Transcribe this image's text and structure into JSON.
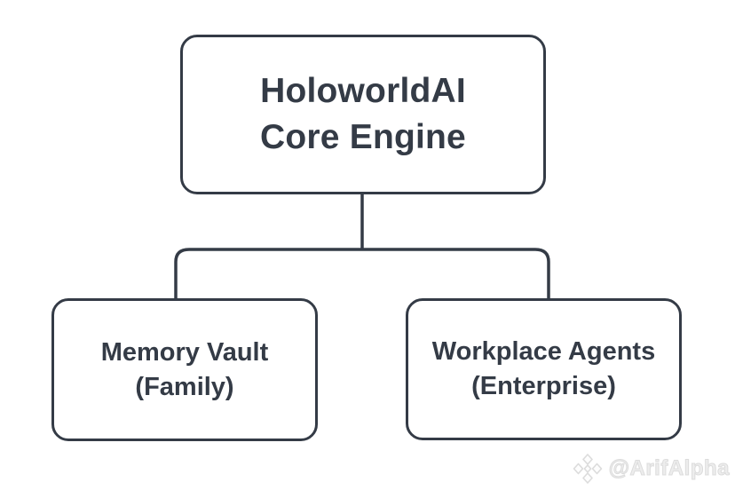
{
  "colors": {
    "background": "#ffffff",
    "line_stroke": "#343b46",
    "node_fill": "#ffffff",
    "node_text": "#343b46",
    "watermark": "#e0e0e0"
  },
  "nodes": {
    "root": {
      "line1": "HoloworldAI",
      "line2": "Core Engine"
    },
    "child_left": {
      "line1": "Memory Vault",
      "line2": "(Family)"
    },
    "child_right": {
      "line1": "Workplace Agents",
      "line2": "(Enterprise)"
    }
  },
  "watermark": {
    "handle": "@ArifAlpha",
    "icon": "diamond-logo-icon"
  }
}
